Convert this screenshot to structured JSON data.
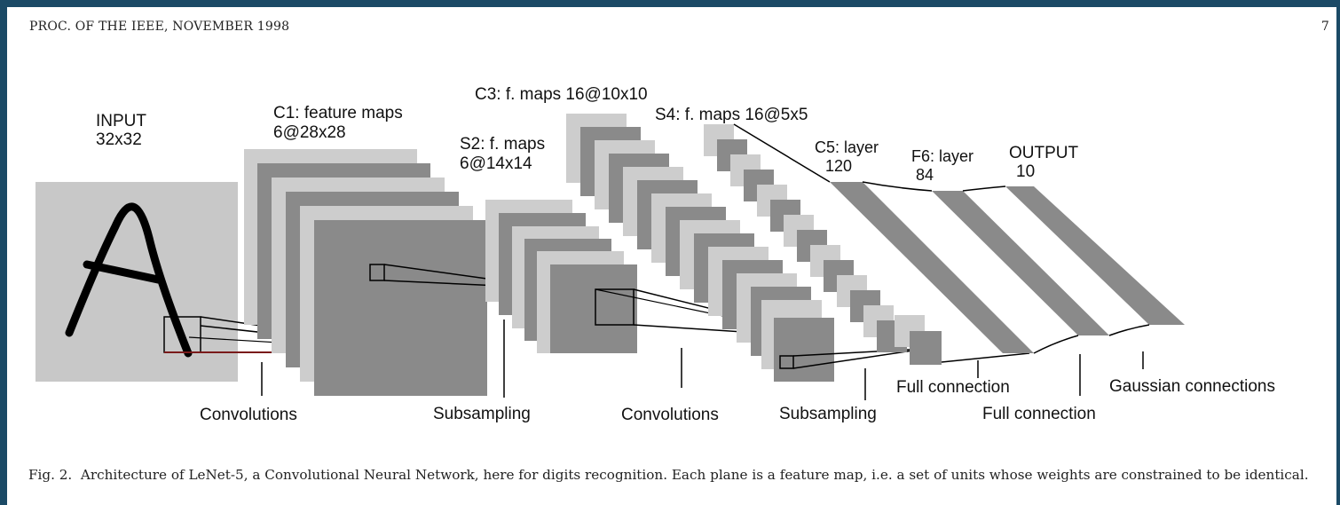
{
  "header": {
    "running_title": "PROC. OF THE IEEE, NOVEMBER 1998",
    "page_number": "7"
  },
  "figure": {
    "layers": [
      {
        "name": "INPUT",
        "size": "32x32"
      },
      {
        "name": "C1: feature maps",
        "size": "6@28x28"
      },
      {
        "name": "S2: f. maps",
        "size": "6@14x14"
      },
      {
        "name": "C3: f. maps 16@10x10"
      },
      {
        "name": "S4: f. maps 16@5x5"
      },
      {
        "name": "C5: layer",
        "size": "120"
      },
      {
        "name": "F6: layer",
        "size": "84"
      },
      {
        "name": "OUTPUT",
        "size": "10"
      }
    ],
    "operations": [
      "Convolutions",
      "Subsampling",
      "Convolutions",
      "Subsampling",
      "Full connection",
      "Full connection",
      "Gaussian connections"
    ]
  },
  "caption": {
    "label": "Fig. 2.",
    "text": "Architecture of LeNet-5, a Convolutional Neural Network, here for digits recognition. Each plane is a feature map, i.e. a set of units whose weights are constrained to be identical."
  }
}
